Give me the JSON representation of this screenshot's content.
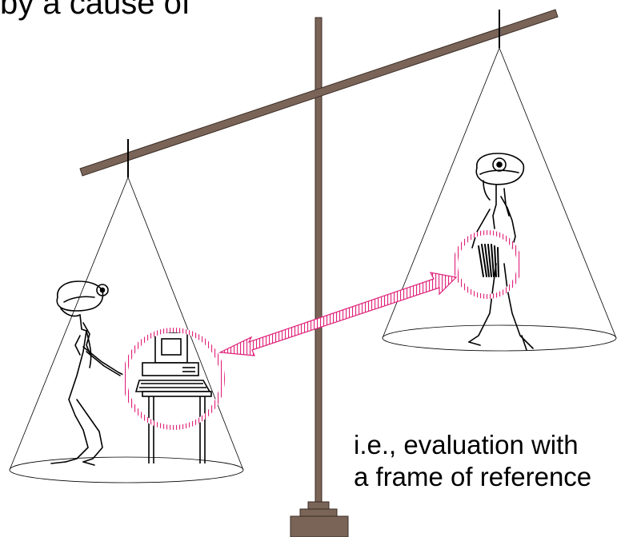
{
  "top_text": "by a cause of",
  "caption": {
    "line1": "i.e., evaluation with",
    "line2": "a frame of reference"
  },
  "colors": {
    "scale_wood": "#7a6458",
    "wood_outline": "#3a2d26",
    "highlight_pink": "#e0227a",
    "ink": "#000000"
  },
  "icons": {
    "left_figure": "seated-person-at-computer-icon",
    "right_figure": "walking-person-icon",
    "computer": "computer-icon",
    "arrow": "double-headed-arrow-icon"
  }
}
